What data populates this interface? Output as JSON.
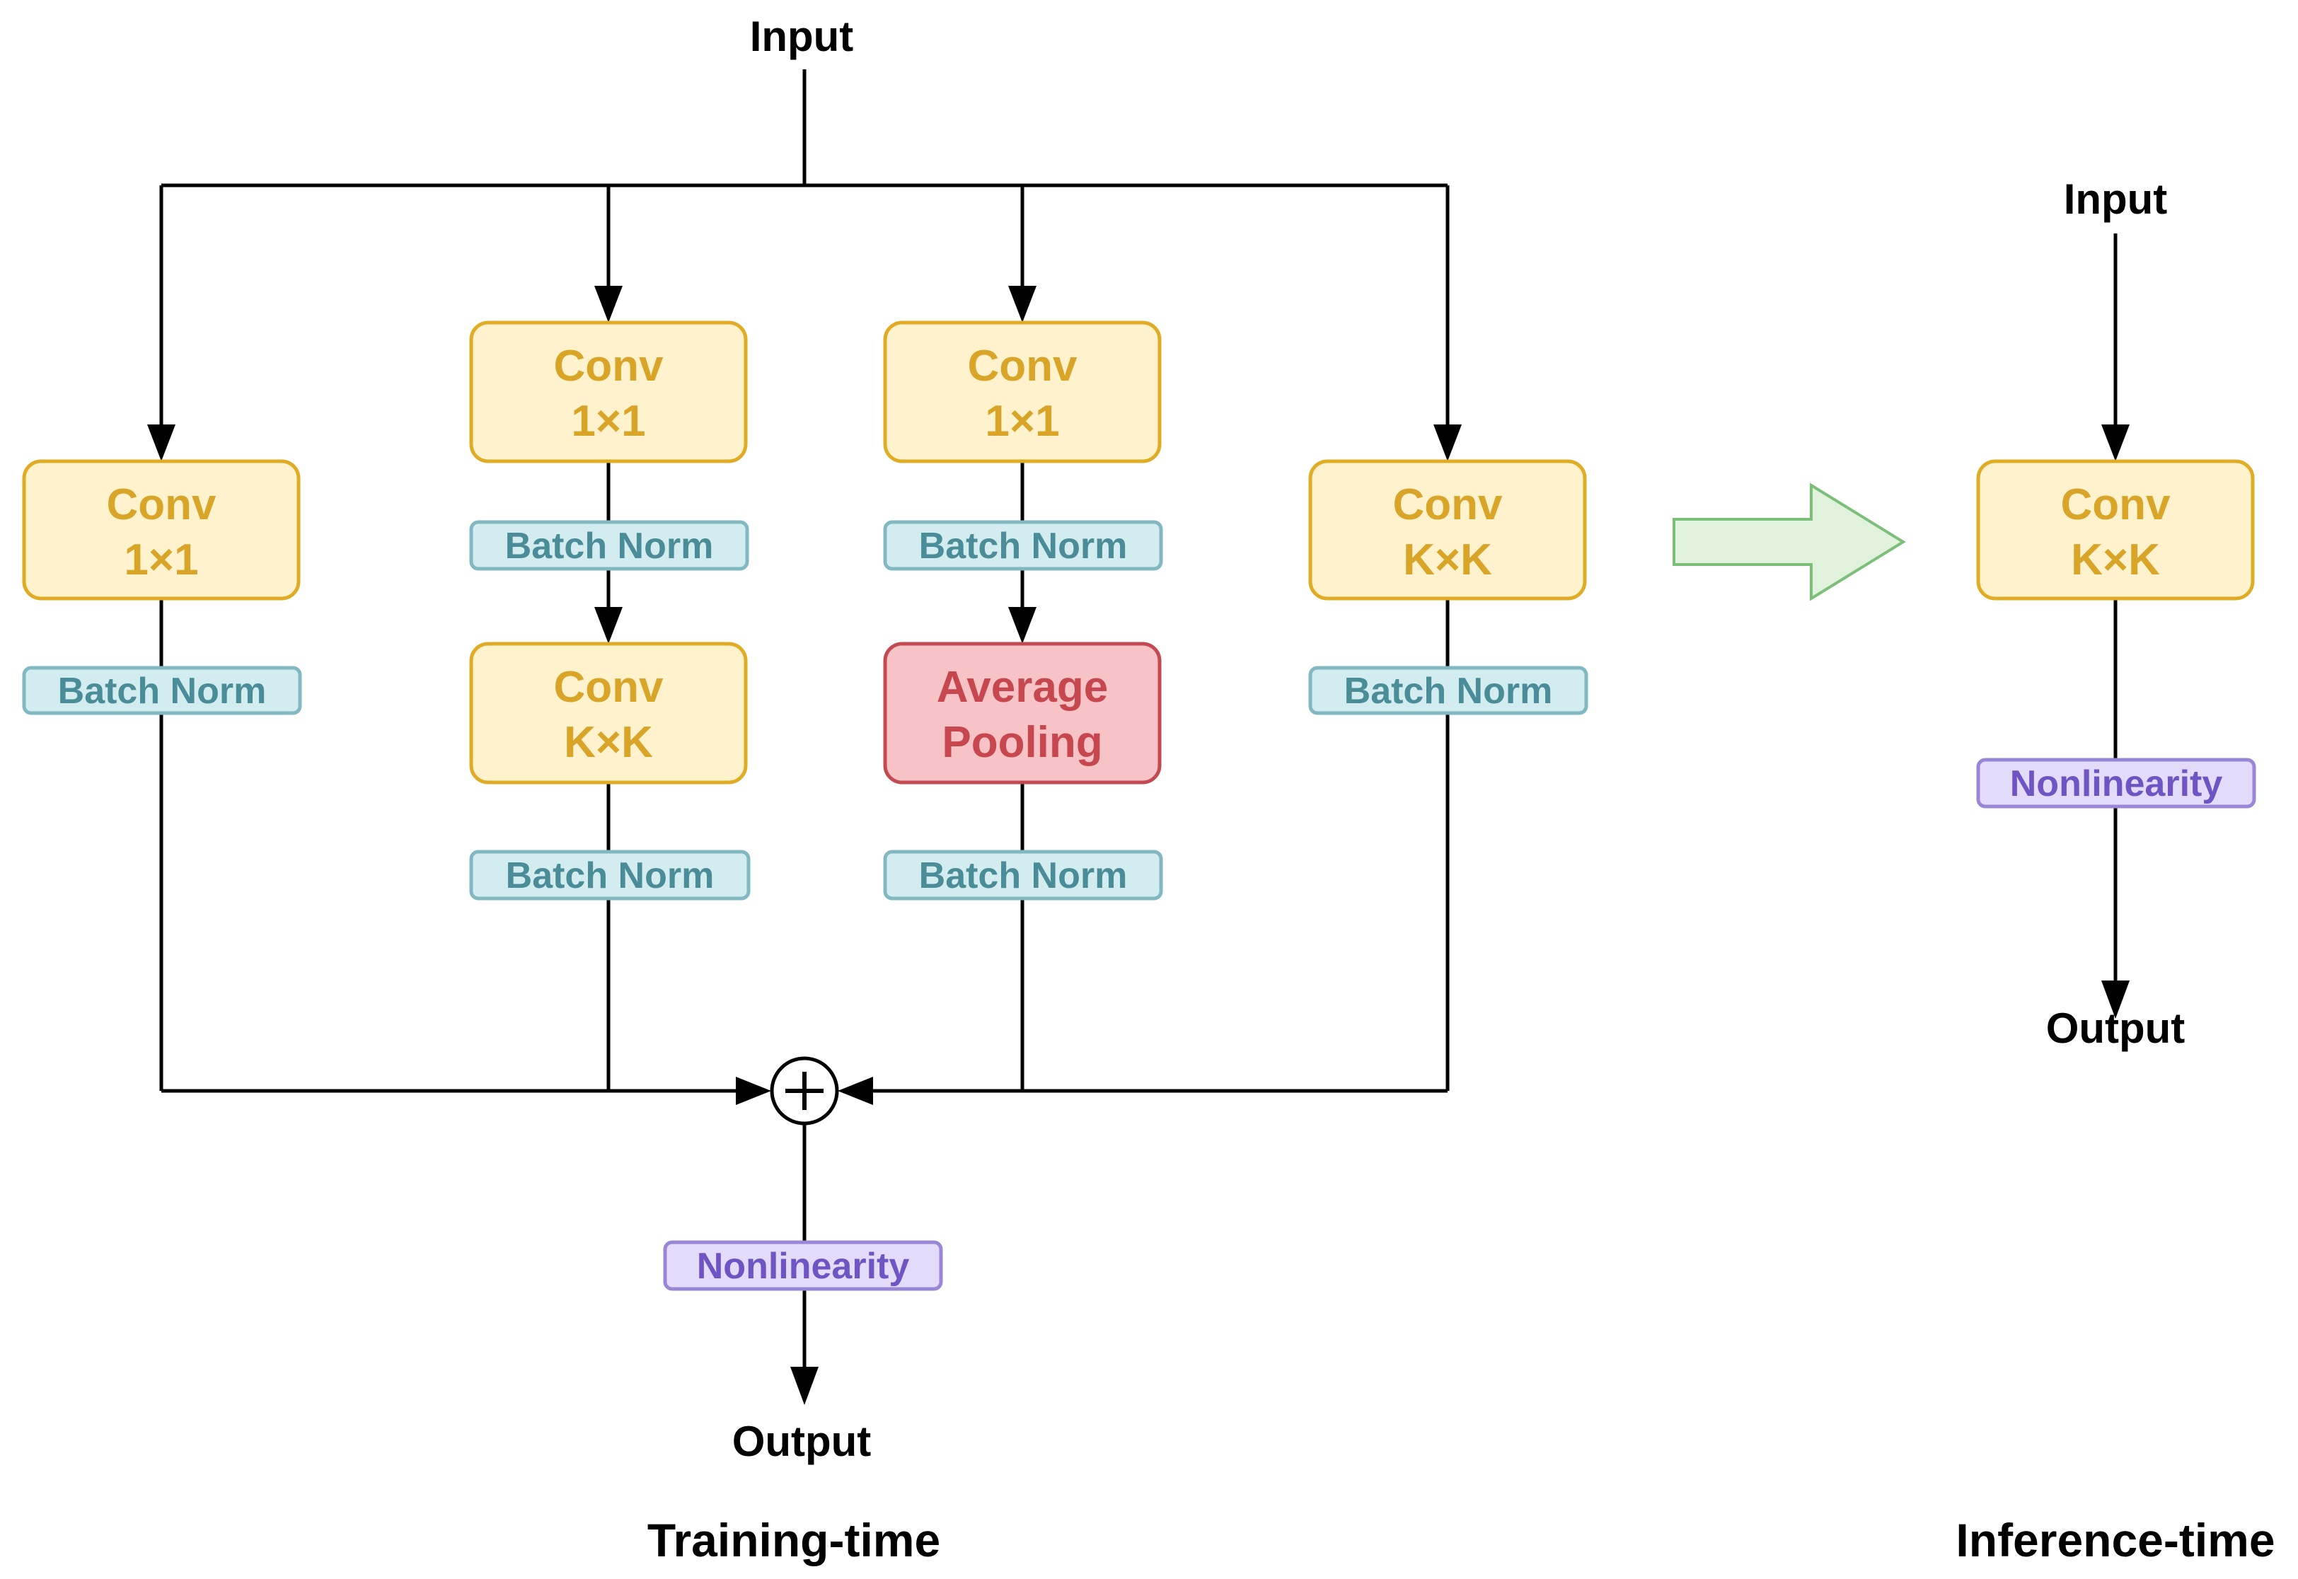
{
  "training": {
    "input_label": "Input",
    "output_label": "Output",
    "caption": "Training-time",
    "plus_symbol": "+",
    "branch1": {
      "conv_line1": "Conv",
      "conv_line2": "1×1",
      "bn": "Batch Norm"
    },
    "branch2": {
      "conv_a_line1": "Conv",
      "conv_a_line2": "1×1",
      "bn_a": "Batch Norm",
      "conv_b_line1": "Conv",
      "conv_b_line2": "K×K",
      "bn_b": "Batch Norm"
    },
    "branch3": {
      "conv_line1": "Conv",
      "conv_line2": "1×1",
      "bn_a": "Batch Norm",
      "pool_line1": "Average",
      "pool_line2": "Pooling",
      "bn_b": "Batch Norm"
    },
    "branch4": {
      "conv_line1": "Conv",
      "conv_line2": "K×K",
      "bn": "Batch Norm"
    },
    "nonlinearity": "Nonlinearity"
  },
  "inference": {
    "input_label": "Input",
    "output_label": "Output",
    "caption": "Inference-time",
    "conv_line1": "Conv",
    "conv_line2": "K×K",
    "nonlinearity": "Nonlinearity"
  },
  "colors": {
    "conv_fill": "#fff2cc",
    "conv_stroke": "#e0ac26",
    "bn_fill": "#d3ecf0",
    "nonlinearity_fill": "#e2dbfa",
    "pooling_fill": "#f7c3c7",
    "transition_arrow_fill": "#e1f2dc"
  }
}
